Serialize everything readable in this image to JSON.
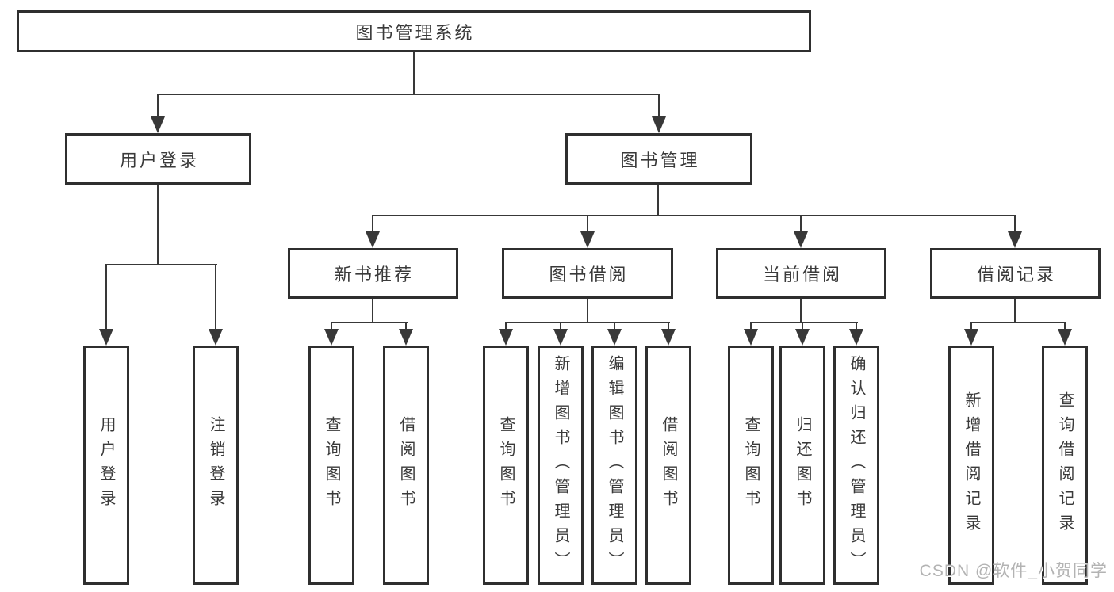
{
  "diagram": {
    "root": {
      "label": "图书管理系统"
    },
    "level2": [
      {
        "label": "用户登录"
      },
      {
        "label": "图书管理"
      }
    ],
    "level3": [
      {
        "label": "新书推荐"
      },
      {
        "label": "图书借阅"
      },
      {
        "label": "当前借阅"
      },
      {
        "label": "借阅记录"
      }
    ],
    "leaves": {
      "user": [
        {
          "label": "用户登录"
        },
        {
          "label": "注销登录"
        }
      ],
      "newbook": [
        {
          "label": "查询图书"
        },
        {
          "label": "借阅图书"
        }
      ],
      "borrow": [
        {
          "label": "查询图书"
        },
        {
          "label": "新增图书（管理员）"
        },
        {
          "label": "编辑图书（管理员）"
        },
        {
          "label": "借阅图书"
        }
      ],
      "current": [
        {
          "label": "查询图书"
        },
        {
          "label": "归还图书"
        },
        {
          "label": "确认归还（管理员）"
        }
      ],
      "records": [
        {
          "label": "新增借阅记录"
        },
        {
          "label": "查询借阅记录"
        }
      ]
    }
  },
  "watermark": {
    "text": "CSDN @软件_小贺同学"
  },
  "colors": {
    "line": "#383838",
    "border": "#2f2f2f",
    "text": "#3a3a3a",
    "watermark": "#b3b3b3",
    "background": "#ffffff"
  }
}
